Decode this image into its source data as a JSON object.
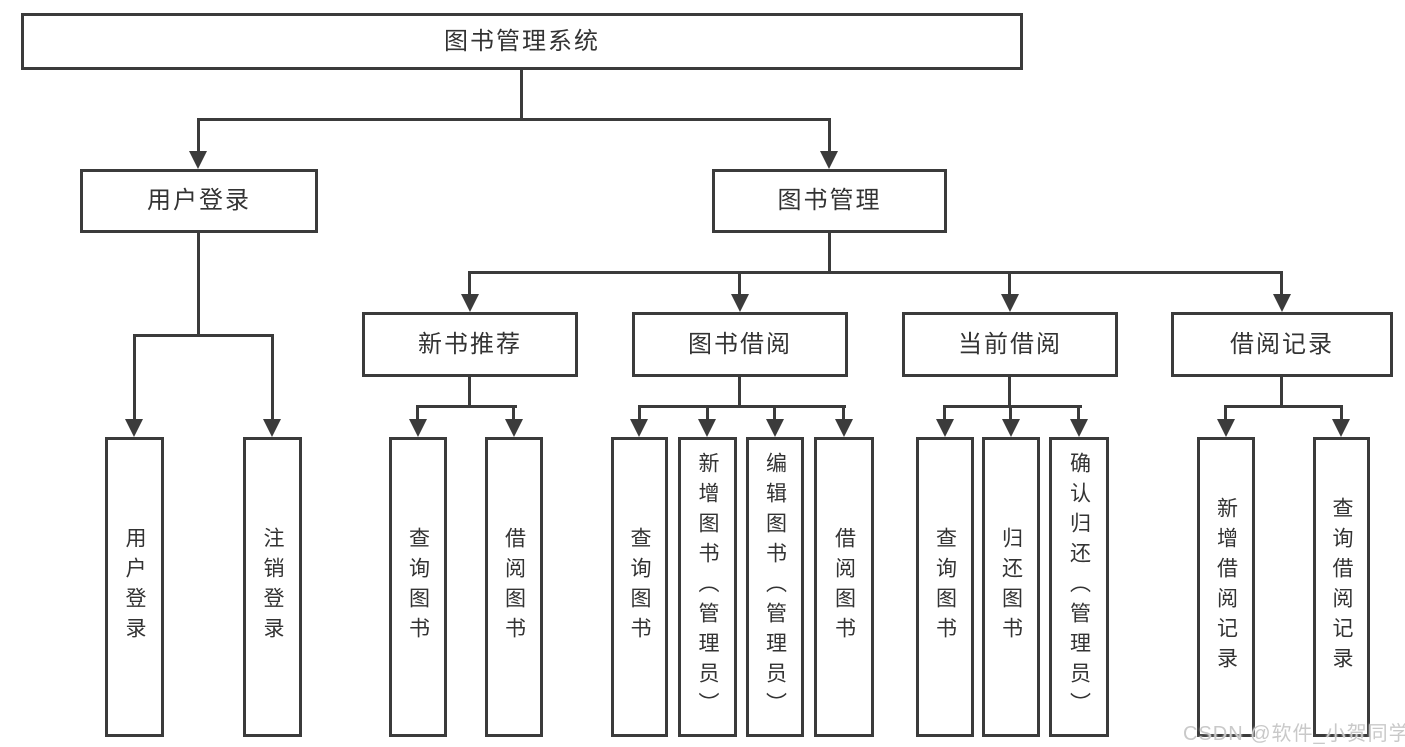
{
  "diagram": {
    "colors": {
      "line": "#3b3b3b",
      "text": "#333333",
      "watermark": "#c9c9c9",
      "background": "#ffffff"
    },
    "watermark": "CSDN @软件_小贺同学",
    "root": {
      "label": "图书管理系统",
      "children": [
        {
          "label": "用户登录",
          "children": [
            {
              "label": "用户登录"
            },
            {
              "label": "注销登录"
            }
          ]
        },
        {
          "label": "图书管理",
          "children": [
            {
              "label": "新书推荐",
              "children": [
                {
                  "label": "查询图书"
                },
                {
                  "label": "借阅图书"
                }
              ]
            },
            {
              "label": "图书借阅",
              "children": [
                {
                  "label": "查询图书"
                },
                {
                  "label": "新增图书（管理员）"
                },
                {
                  "label": "编辑图书（管理员）"
                },
                {
                  "label": "借阅图书"
                }
              ]
            },
            {
              "label": "当前借阅",
              "children": [
                {
                  "label": "查询图书"
                },
                {
                  "label": "归还图书"
                },
                {
                  "label": "确认归还（管理员）"
                }
              ]
            },
            {
              "label": "借阅记录",
              "children": [
                {
                  "label": "新增借阅记录"
                },
                {
                  "label": "查询借阅记录"
                }
              ]
            }
          ]
        }
      ]
    }
  }
}
